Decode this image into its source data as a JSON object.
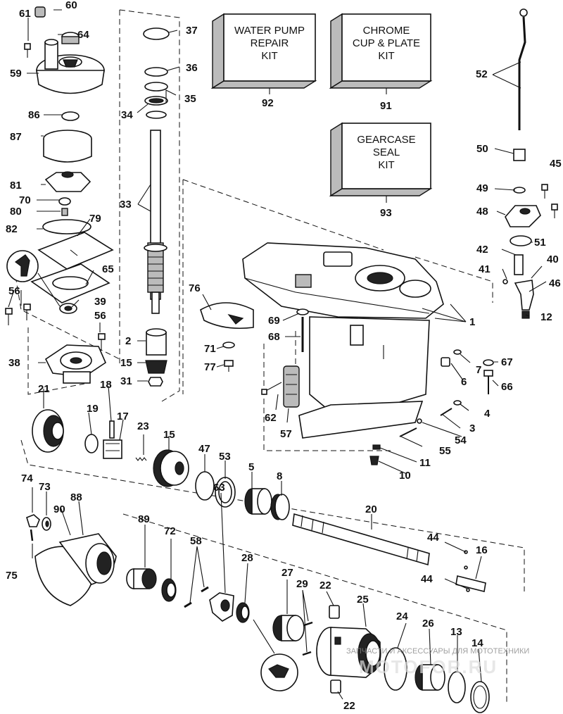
{
  "kits": {
    "water_pump": {
      "lines": [
        "WATER PUMP",
        "REPAIR",
        "KIT"
      ],
      "number": "92"
    },
    "chrome_cup": {
      "lines": [
        "CHROME",
        "CUP & PLATE",
        "KIT"
      ],
      "number": "91"
    },
    "gearcase_seal": {
      "lines": [
        "GEARCASE",
        "SEAL",
        "KIT"
      ],
      "number": "93"
    }
  },
  "labels": {
    "p1": "1",
    "p2": "2",
    "p3": "3",
    "p4": "4",
    "p5": "5",
    "p6": "6",
    "p7": "7",
    "p8": "8",
    "p10": "10",
    "p11": "11",
    "p12": "12",
    "p13": "13",
    "p14": "14",
    "p15a": "15",
    "p15b": "15",
    "p16": "16",
    "p17": "17",
    "p18": "18",
    "p19": "19",
    "p20": "20",
    "p21": "21",
    "p22a": "22",
    "p22b": "22",
    "p23": "23",
    "p24": "24",
    "p25": "25",
    "p26": "26",
    "p27": "27",
    "p28": "28",
    "p29": "29",
    "p31": "31",
    "p33": "33",
    "p34": "34",
    "p35": "35",
    "p36": "36",
    "p37": "37",
    "p38": "38",
    "p39": "39",
    "p40": "40",
    "p41": "41",
    "p42": "42",
    "p44a": "44",
    "p44b": "44",
    "p45": "45",
    "p46": "46",
    "p47": "47",
    "p48": "48",
    "p49": "49",
    "p50": "50",
    "p51": "51",
    "p52": "52",
    "p53": "53",
    "p54": "54",
    "p55": "55",
    "p56a": "56",
    "p56b": "56",
    "p57": "57",
    "p58": "58",
    "p59": "59",
    "p60": "60",
    "p61": "61",
    "p62": "62",
    "p63": "63",
    "p64": "64",
    "p65": "65",
    "p66": "66",
    "p67": "67",
    "p68": "68",
    "p69": "69",
    "p70": "70",
    "p71": "71",
    "p72": "72",
    "p73": "73",
    "p74": "74",
    "p75": "75",
    "p76": "76",
    "p77": "77",
    "p79": "79",
    "p80": "80",
    "p81": "81",
    "p82": "82",
    "p86": "86",
    "p87": "87",
    "p88": "88",
    "p89": "89",
    "p90": "90"
  },
  "watermark": {
    "caption": "ЗАПЧАСТИ И АКСЕССУАРЫ ДЛЯ МОТОТЕХНИКИ",
    "brand": "MOTOFOR.RU"
  }
}
